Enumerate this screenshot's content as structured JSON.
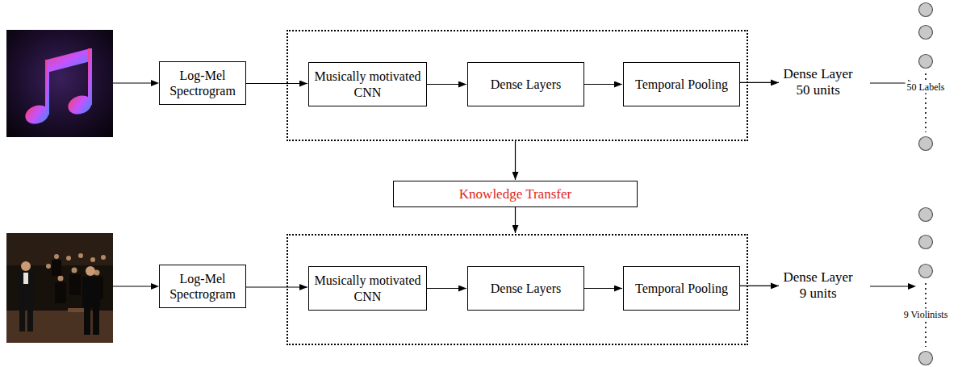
{
  "diagram": {
    "nodes": [
      {
        "text": [
          "Log-Mel Spectrogram"
        ]
      },
      {
        "text": []
      },
      {
        "text": [
          "Musically motivated CNN"
        ],
        "in": 1
      },
      {
        "text": [
          "Dense Layers"
        ],
        "in": 1
      },
      {
        "text": [
          "Temporal Pooling"
        ],
        "in": 1
      },
      {
        "text": [
          "Dense Layer 50 units"
        ]
      },
      {
        "text": [
          "Knowledge Transfer"
        ]
      },
      {
        "text": [
          "Log-Mel Spectrogram"
        ]
      },
      {
        "text": []
      },
      {
        "text": [
          "Musically motivated CNN"
        ],
        "in": 8
      },
      {
        "text": [
          "Dense Layers"
        ],
        "in": 8
      },
      {
        "text": [
          "Temporal Pooling"
        ],
        "in": 8
      },
      {
        "text": [
          "Dense Layer 9 units"
        ]
      }
    ],
    "edges": [
      {
        "from": 0,
        "to": 2,
        "arrow": "to"
      },
      {
        "from": 2,
        "to": 3,
        "arrow": "to"
      },
      {
        "from": 3,
        "to": 4,
        "arrow": "to"
      },
      {
        "from": 4,
        "to": 5,
        "arrow": "to"
      },
      {
        "from": 1,
        "to": 6,
        "arrow": "to"
      },
      {
        "from": 6,
        "to": 8,
        "arrow": "to"
      },
      {
        "from": 7,
        "to": 9,
        "arrow": "to"
      },
      {
        "from": 9,
        "to": 10,
        "arrow": "to"
      },
      {
        "from": 10,
        "to": 11,
        "arrow": "to"
      },
      {
        "from": 11,
        "to": 12,
        "arrow": "to"
      }
    ],
    "labels": [
      "50 Labels",
      "9 Violinists"
    ]
  }
}
